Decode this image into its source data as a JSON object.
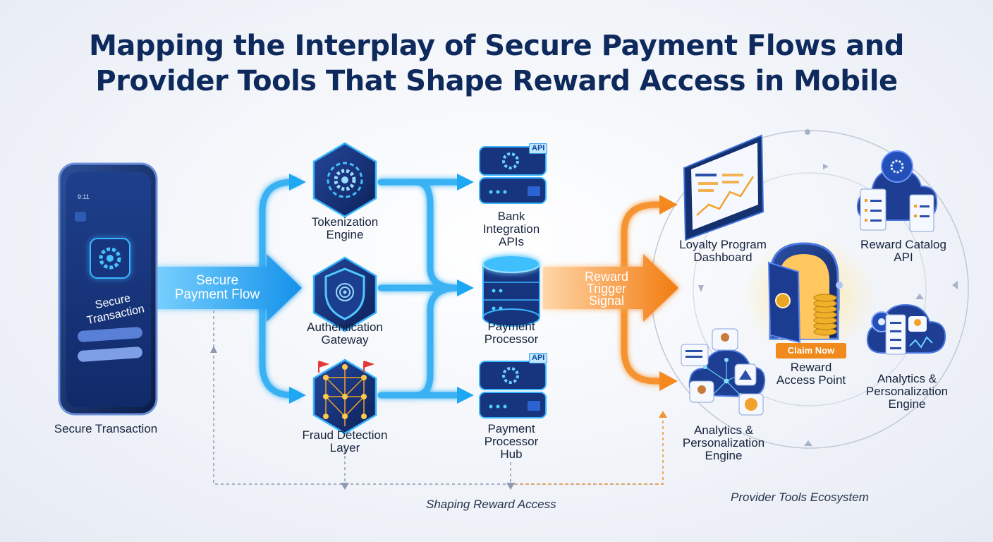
{
  "title": {
    "line1": "Mapping the Interplay of Secure Payment Flows and",
    "line2": "Provider Tools That Shape Reward Access in Mobile"
  },
  "phone": {
    "time": "9:11",
    "screen_line1": "Secure",
    "screen_line2": "Transaction",
    "label": "Secure Transaction"
  },
  "flows": {
    "secure_payment": {
      "line1": "Secure",
      "line2": "Payment Flow"
    },
    "reward_trigger": {
      "line1": "Reward",
      "line2": "Trigger",
      "line3": "Signal"
    }
  },
  "security_layer": {
    "tokenization": {
      "line1": "Tokenization",
      "line2": "Engine"
    },
    "authentication": {
      "line1": "Authentication",
      "line2": "Gateway"
    },
    "fraud": {
      "line1": "Fraud Detection",
      "line2": "Layer"
    }
  },
  "processing_layer": {
    "api_tag": "API",
    "bank": {
      "line1": "Bank",
      "line2": "Integration",
      "line3": "APIs"
    },
    "processor": {
      "line1": "Payment",
      "line2": "Processor"
    },
    "hub": {
      "line1": "Payment",
      "line2": "Processor",
      "line3": "Hub"
    }
  },
  "ecosystem": {
    "loyalty": {
      "line1": "Loyalty Program",
      "line2": "Dashboard"
    },
    "catalog": {
      "line1": "Reward Catalog",
      "line2": "API"
    },
    "reward_point": {
      "button": "Claim Now",
      "line1": "Reward",
      "line2": "Access Point"
    },
    "analytics_right": {
      "line1": "Analytics &",
      "line2": "Personalization",
      "line3": "Engine"
    },
    "analytics_left": {
      "line1": "Analytics &",
      "line2": "Personalization",
      "line3": "Engine"
    }
  },
  "captions": {
    "shaping": "Shaping Reward Access",
    "ecosystem": "Provider Tools Ecosystem"
  },
  "colors": {
    "title": "#0e2a5c",
    "secure_flow": "#1ea7f2",
    "reward_flow": "#f58a1f",
    "node_dark": "#14306e",
    "node_glow": "#39b6ff"
  }
}
